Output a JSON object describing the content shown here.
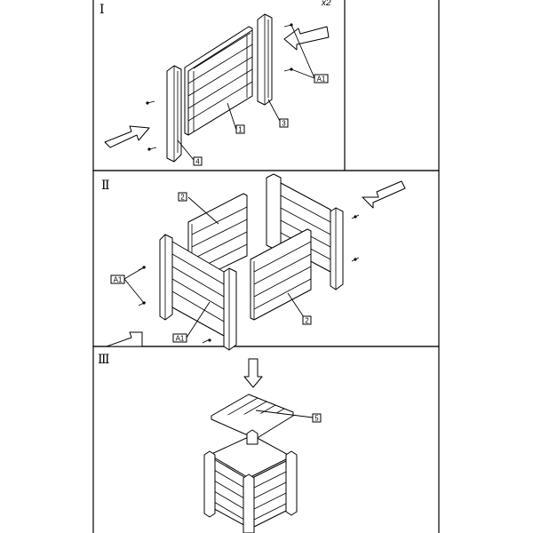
{
  "steps": [
    {
      "numeral": "Ⅰ",
      "quantity": "x2"
    },
    {
      "numeral": "Ⅱ"
    },
    {
      "numeral": "Ⅲ"
    }
  ],
  "callouts": {
    "step1": [
      "1",
      "3",
      "4",
      "A1"
    ],
    "step2": [
      "2",
      "2",
      "A1",
      "A1"
    ],
    "step3": [
      "5"
    ]
  }
}
